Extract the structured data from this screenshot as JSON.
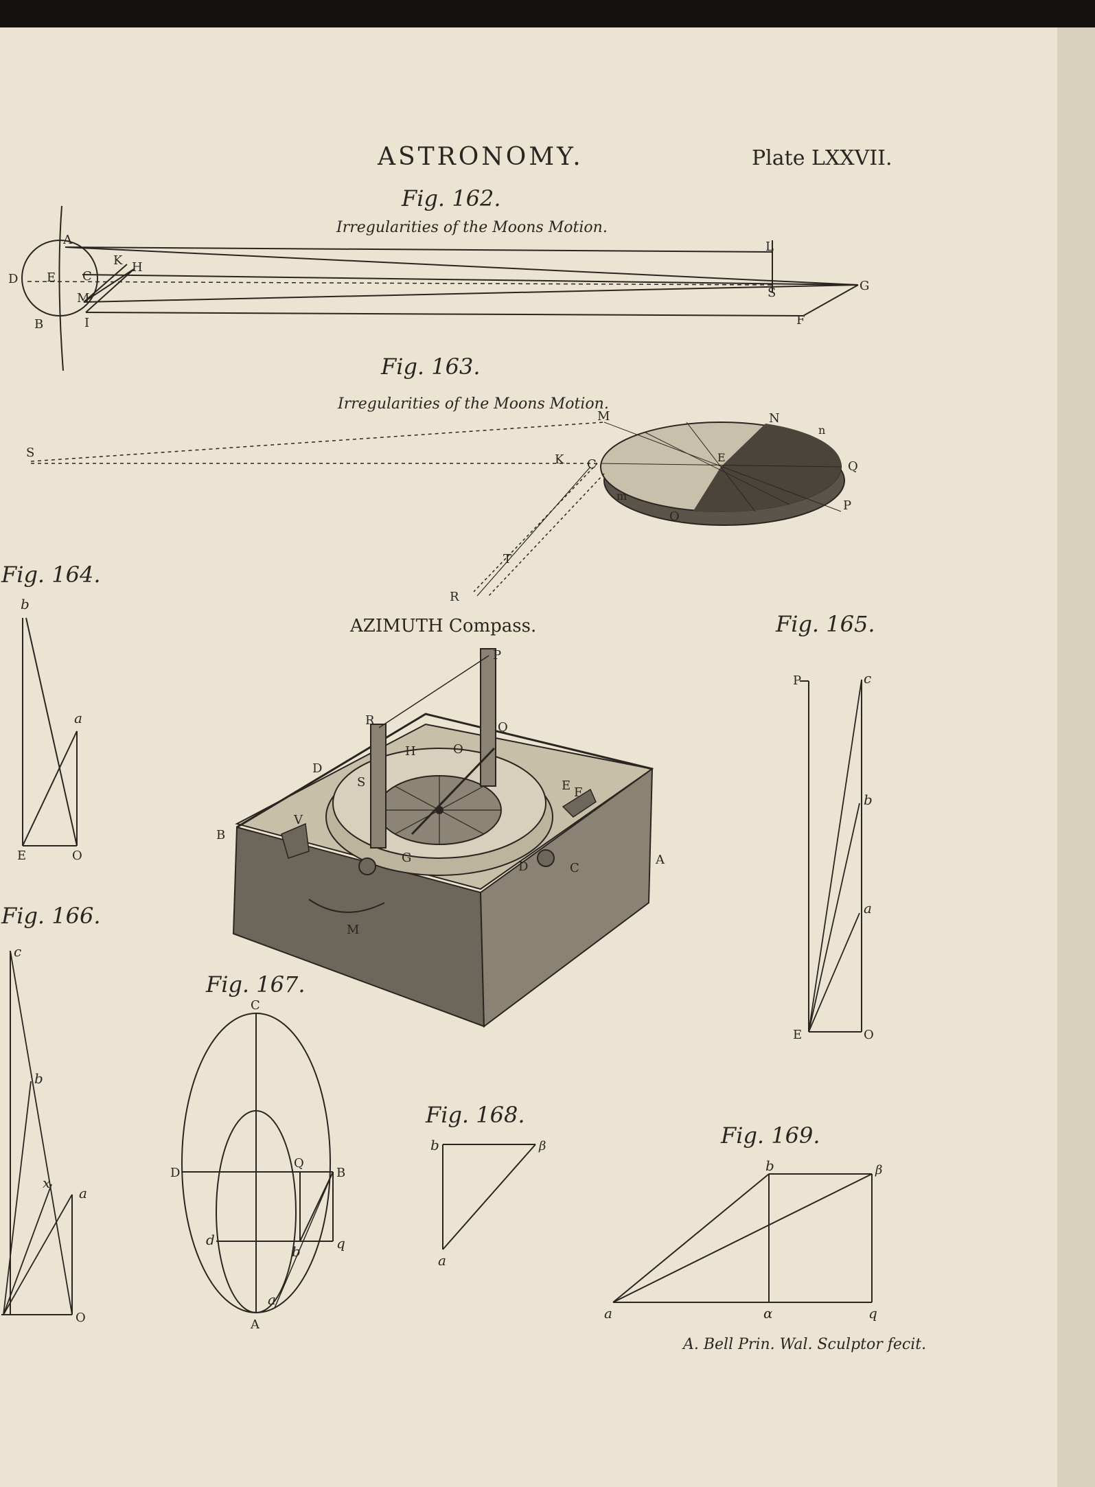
{
  "header": {
    "title": "ASTRONOMY.",
    "plate": "Plate LXXVII."
  },
  "fig162": {
    "label": "Fig. 162.",
    "caption": "Irregularities of the Moons Motion.",
    "letters": [
      "A",
      "L",
      "K",
      "H",
      "D",
      "E",
      "C",
      "M",
      "S",
      "G",
      "B",
      "I",
      "F"
    ]
  },
  "fig163": {
    "label": "Fig. 163.",
    "caption": "Irregularities of the Moons Motion.",
    "letters": [
      "M",
      "N",
      "n",
      "S",
      "K",
      "C",
      "E",
      "Q",
      "m",
      "O",
      "P",
      "T",
      "R"
    ]
  },
  "fig164": {
    "label": "Fig. 164.",
    "letters": [
      "b",
      "a",
      "E",
      "O"
    ]
  },
  "compass": {
    "title": "AZIMUTH Compass.",
    "letters": [
      "P",
      "R",
      "Q",
      "H",
      "O",
      "D",
      "S",
      "E",
      "F",
      "V",
      "B",
      "G",
      "D",
      "C",
      "A",
      "M"
    ]
  },
  "fig165": {
    "label": "Fig. 165.",
    "letters": [
      "P",
      "c",
      "b",
      "a",
      "E",
      "O"
    ]
  },
  "fig166": {
    "label": "Fig. 166.",
    "letters": [
      "c",
      "b",
      "x",
      "a",
      "O"
    ]
  },
  "fig167": {
    "label": "Fig. 167.",
    "letters": [
      "C",
      "D",
      "Q",
      "B",
      "d",
      "b",
      "q",
      "a",
      "A"
    ]
  },
  "fig168": {
    "label": "Fig. 168.",
    "letters": [
      "b",
      "β",
      "a"
    ]
  },
  "fig169": {
    "label": "Fig. 169.",
    "letters": [
      "b",
      "β",
      "a",
      "α",
      "q"
    ]
  },
  "signature": "A. Bell Prin. Wal. Sculptor fecit."
}
